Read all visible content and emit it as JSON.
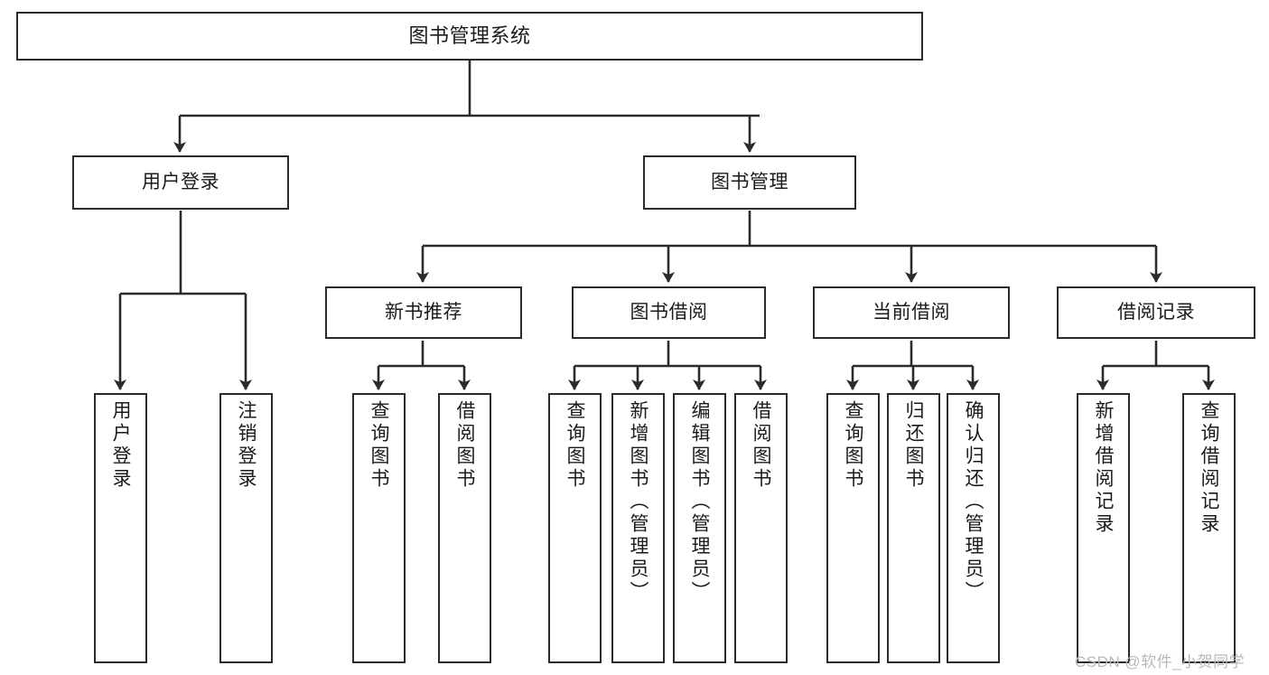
{
  "diagram": {
    "title": "图书管理系统",
    "type": "functional-decomposition-tree",
    "root": {
      "label": "图书管理系统"
    },
    "level2": [
      {
        "label": "用户登录"
      },
      {
        "label": "图书管理"
      }
    ],
    "level3": [
      {
        "label": "新书推荐"
      },
      {
        "label": "图书借阅"
      },
      {
        "label": "当前借阅"
      },
      {
        "label": "借阅记录"
      }
    ],
    "leaves": {
      "user_login": [
        {
          "label": "用户登录"
        },
        {
          "label": "注销登录"
        }
      ],
      "new_book_recommend": [
        {
          "label": "查询图书"
        },
        {
          "label": "借阅图书"
        }
      ],
      "book_borrow": [
        {
          "label": "查询图书"
        },
        {
          "label": "新增图书（管理员）"
        },
        {
          "label": "编辑图书（管理员）"
        },
        {
          "label": "借阅图书"
        }
      ],
      "current_borrow": [
        {
          "label": "查询图书"
        },
        {
          "label": "归还图书"
        },
        {
          "label": "确认归还（管理员）"
        }
      ],
      "borrow_record": [
        {
          "label": "新增借阅记录"
        },
        {
          "label": "查询借阅记录"
        }
      ]
    }
  },
  "watermark": {
    "text": "CSDN @软件_小贺同学"
  },
  "colors": {
    "stroke": "#2b2b2b",
    "background": "#ffffff",
    "text": "#1b1b1b",
    "watermark": "#b9b9b9"
  }
}
